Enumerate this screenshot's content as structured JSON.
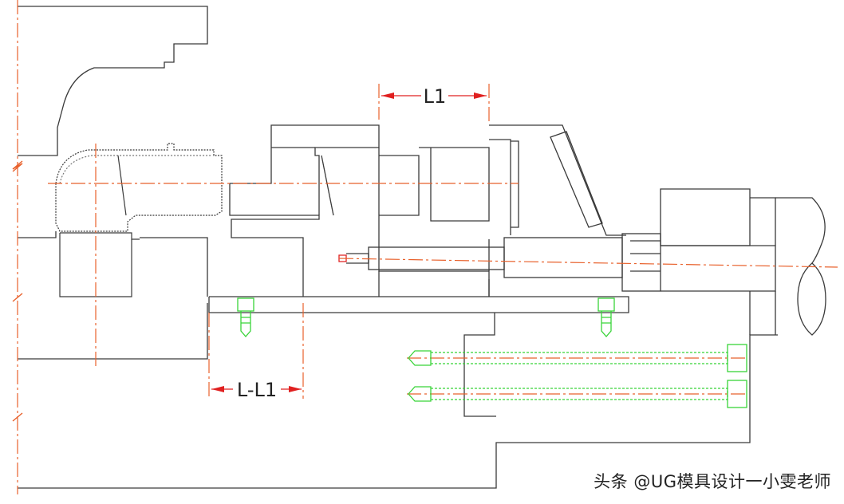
{
  "dimensions": {
    "top_label": "L1",
    "bottom_label": "L-L1"
  },
  "watermark": {
    "text": "头条 @UG模具设计一小雯老师"
  },
  "colors": {
    "outline": "#3a3a3a",
    "centerline": "#e8612c",
    "arrow": "#e02020",
    "fastener": "#38d438"
  }
}
